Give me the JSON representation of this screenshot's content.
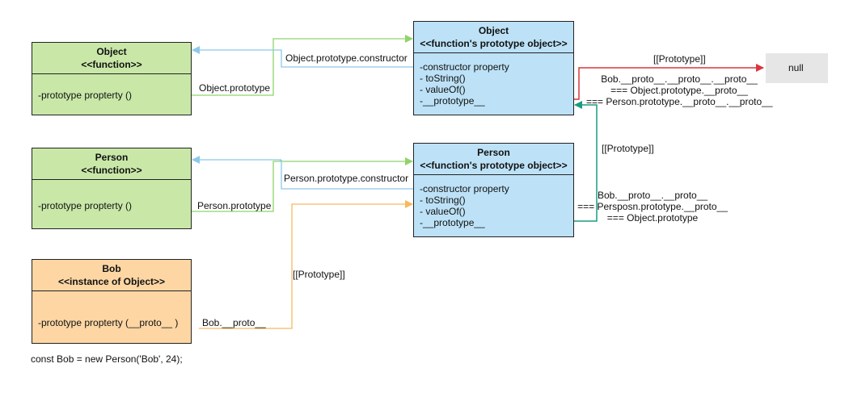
{
  "boxes": {
    "object_function": {
      "title": "Object",
      "subtitle": "<<function>>",
      "rows": [
        "-prototype propterty ()"
      ]
    },
    "object_proto": {
      "title": "Object",
      "subtitle": "<<function's prototype object>>",
      "rows": [
        "-constructor property",
        "- toString()",
        "- valueOf()",
        "-__prototype__"
      ]
    },
    "person_function": {
      "title": "Person",
      "subtitle": "<<function>>",
      "rows": [
        "-prototype propterty ()"
      ]
    },
    "person_proto": {
      "title": "Person",
      "subtitle": "<<function's prototype object>>",
      "rows": [
        "-constructor property",
        "- toString()",
        "- valueOf()",
        "-__prototype__"
      ]
    },
    "bob": {
      "title": "Bob",
      "subtitle": "<<instance of Object>>",
      "rows": [
        "-prototype propterty (__proto__ )"
      ]
    }
  },
  "null_box": {
    "label": "null"
  },
  "labels": {
    "object_prototype": "Object.prototype",
    "object_prototype_constructor": "Object.prototype.constructor",
    "person_prototype": "Person.prototype",
    "person_prototype_constructor": "Person.prototype.constructor",
    "bob_proto": "Bob.__proto__",
    "prototype_top": "[[Prototype]]",
    "prototype_mid": "[[Prototype]]",
    "prototype_bob": "[[Prototype]]",
    "eq_null": [
      "Bob.__proto__.__proto__.__proto__",
      "=== Object.prototype.__proto__",
      "=== Person.prototype.__proto__.__proto__"
    ],
    "eq_object": [
      "Bob.__proto__.__proto__",
      "=== Persposn.prototype.__proto__",
      "=== Object.prototype"
    ]
  },
  "code": "const Bob = new  Person('Bob', 24);",
  "colors": {
    "green_fill": "#c9e8a8",
    "blue_fill": "#bde2f7",
    "orange_fill": "#fdd6a4",
    "link_blue": "#8cc8ec",
    "link_green": "#8fd46a",
    "link_orange": "#f7b860",
    "link_red": "#d9363e",
    "link_teal": "#1a9c80"
  }
}
